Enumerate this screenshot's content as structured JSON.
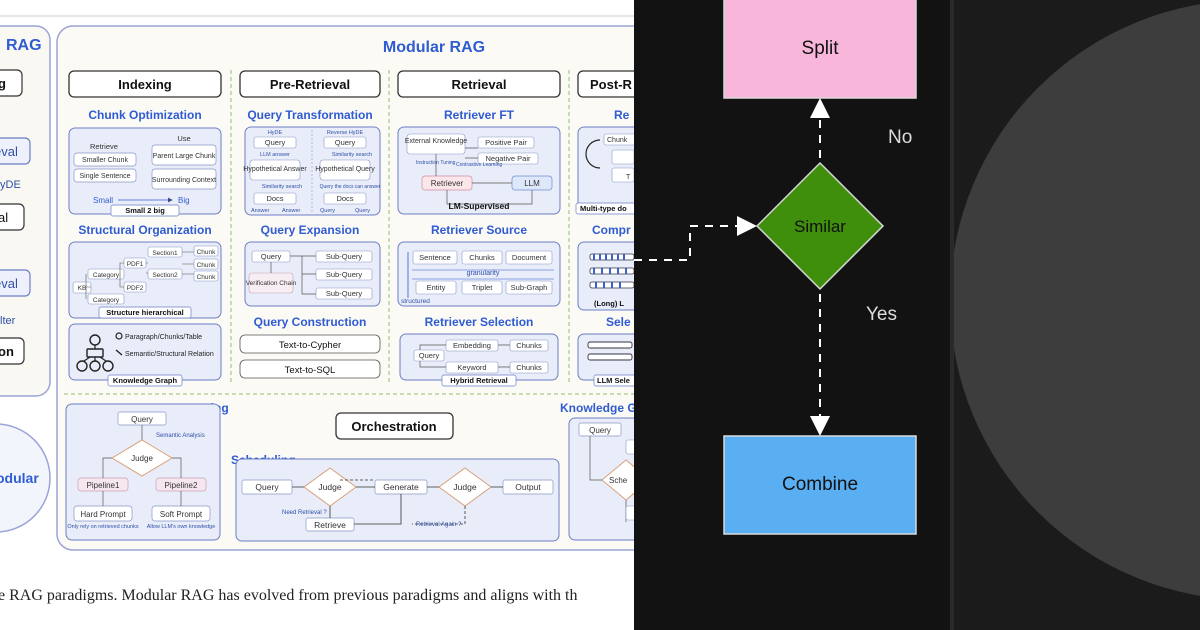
{
  "left_figure": {
    "naive_partial_title": "RAG",
    "modular_title": "Modular RAG",
    "stage_headers": [
      "Indexing",
      "Pre-Retrieval",
      "Retrieval",
      "Post-R"
    ],
    "left_partial_labels": [
      "g",
      "eval",
      "yDE",
      "al",
      "eval",
      "lter",
      "on",
      "odular"
    ],
    "indexing": {
      "chunk_opt_title": "Chunk Optimization",
      "chunk_box": [
        "Retrieve",
        "Smaller Chunk",
        "Single Sentence",
        "Use",
        "Parent Large Chunk",
        "Surrounding Context"
      ],
      "small": "Small",
      "big": "Big",
      "small2big": "Small 2 big",
      "struct_title": "Structural Organization",
      "struct_nodes": [
        "KB",
        "Category",
        "Category",
        "PDF1",
        "PDF2",
        "Section1",
        "Section2",
        "Chunk",
        "Chunk",
        "Chunk"
      ],
      "struct_caption": "Structure hierarchical",
      "kg_items": [
        "Paragraph/Chunks/Table",
        "Semantic/Structural Relation"
      ],
      "kg_caption": "Knowledge Graph"
    },
    "pre_retrieval": {
      "qt_title": "Query Transformation",
      "qt_left": [
        "HyDE",
        "Query",
        "LLM answer",
        "Hypothetical Answer",
        "Similarity search",
        "Docs",
        "Answer",
        "Answer"
      ],
      "qt_right": [
        "Reverse HyDE",
        "Query",
        "Similarity search",
        "Hypothetical Query",
        "Query the docs can answer",
        "Docs",
        "Query",
        "Query"
      ],
      "qe_title": "Query Expansion",
      "qe_nodes": [
        "Query",
        "Verification Chain",
        "Sub-Query",
        "Sub-Query",
        "Sub-Query"
      ],
      "qc_title": "Query Construction",
      "qc_items": [
        "Text-to-Cypher",
        "Text-to-SQL"
      ]
    },
    "retrieval": {
      "rft_title": "Retriever FT",
      "rft_nodes": [
        "External Knowledge",
        "Positive Pair",
        "Negative Pair",
        "Instruction Tuning",
        "Contrastive Learning",
        "Retriever",
        "LLM"
      ],
      "rft_caption": "LM-Supervised",
      "rs_title": "Retriever Source",
      "rs_top": [
        "Sentence",
        "Chunks",
        "Document"
      ],
      "rs_mid": "granularity",
      "rs_bottom": [
        "Entity",
        "Triplet",
        "Sub-Graph"
      ],
      "rs_structured": "structured",
      "rsel_title": "Retriever Selection",
      "rsel_nodes": [
        "Query",
        "Embedding",
        "Chunks",
        "Keyword",
        "Chunks"
      ],
      "rsel_caption": "Hybrid Retrieval"
    },
    "post_retrieval": {
      "partial_title_1": "Re",
      "partial_title_2": "Compr",
      "partial_title_3": "Sele",
      "partial_items": [
        "Chunk",
        "T"
      ],
      "partial_caption_1": "Multi-type do",
      "partial_caption_2": "(Long) L",
      "partial_caption_3": "LLM Sele"
    },
    "routing": {
      "title": "Routing",
      "nodes": [
        "Query",
        "Semantic Analysis",
        "Judge",
        "Pipeline1",
        "Pipeline2",
        "Hard Prompt",
        "Soft Prompt"
      ],
      "notes": [
        "Only rely on retrieved chunks",
        "Allow LLM's own knowledge"
      ]
    },
    "orchestration": {
      "title": "Orchestration",
      "scheduling_title": "Scheduling",
      "nodes": [
        "Query",
        "Judge",
        "Generate",
        "Judge",
        "Output",
        "Retrieve"
      ],
      "notes": [
        "Need Retrieval ?",
        "Retrieval Again ?"
      ]
    },
    "knowledge_partial": {
      "title": "Knowledge G",
      "nodes": [
        "Query",
        "Sche"
      ]
    },
    "caption": "e RAG paradigms. Modular RAG has evolved from previous paradigms and aligns with th"
  },
  "flowchart": {
    "nodes": {
      "split": "Split",
      "similar": "Similar",
      "combine": "Combine"
    },
    "edge_labels": {
      "no": "No",
      "yes": "Yes"
    },
    "colors": {
      "split_fill": "#f7b6da",
      "similar_fill": "#3f8f0c",
      "combine_fill": "#5aaef2",
      "background": "#121212",
      "edge": "#ffffff"
    }
  },
  "right_panel": {
    "colors": {
      "circle": "#3d3d3d",
      "background": "#1b1b1b"
    }
  }
}
